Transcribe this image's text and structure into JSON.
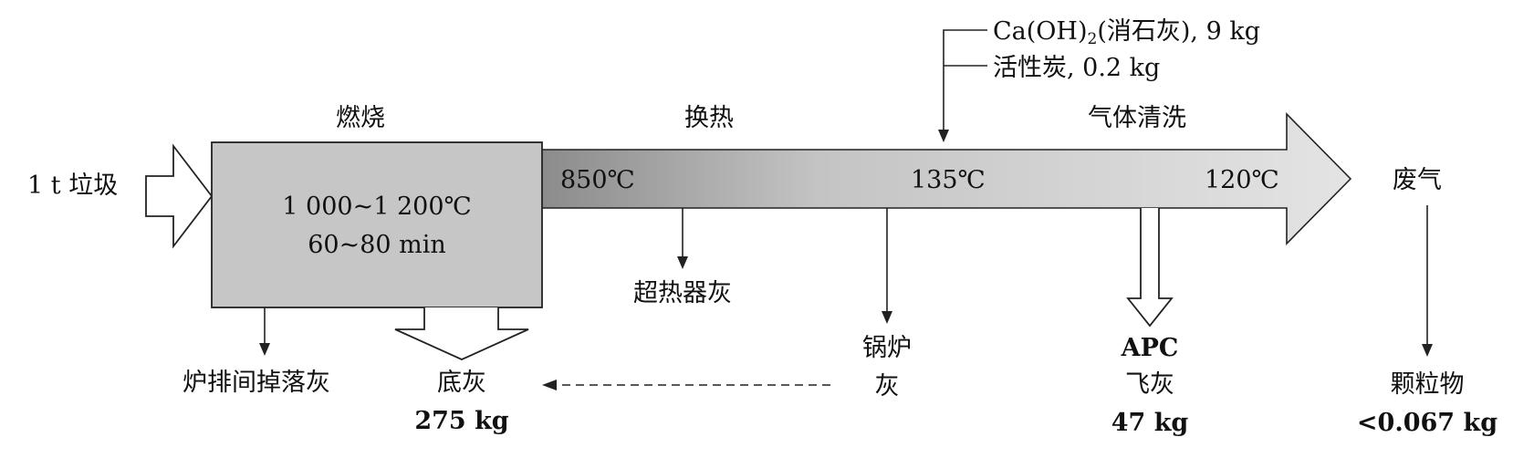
{
  "input_label": "1 t 垃圾",
  "stages": {
    "combustion": "燃烧",
    "heat_exchange": "换热",
    "gas_cleaning": "气体清洗"
  },
  "furnace": {
    "temperature": "1 000~1 200℃",
    "time": "60~80 min"
  },
  "temperatures": {
    "t1": "850℃",
    "t2": "135℃",
    "t3": "120℃"
  },
  "additives": {
    "lime": "Ca(OH)",
    "lime_sub": "2",
    "lime_rest": "(消石灰), 9 kg",
    "carbon": "活性炭, 0.2 kg"
  },
  "outputs": {
    "exhaust": "废气",
    "grate_ash": "炉排间掉落灰",
    "bottom_ash": "底灰",
    "bottom_ash_mass": "275 kg",
    "superheater_ash": "超热器灰",
    "boiler_ash_line1": "锅炉",
    "boiler_ash_line2": "灰",
    "apc": "APC",
    "fly_ash": "飞灰",
    "fly_ash_mass": "47 kg",
    "particulates": "颗粒物",
    "particulates_mass": "<0.067 kg"
  },
  "colors": {
    "furnace_fill": "#c6c6c6",
    "arrow_dark": "#8a8a8a",
    "arrow_light": "#e2e2e2"
  }
}
